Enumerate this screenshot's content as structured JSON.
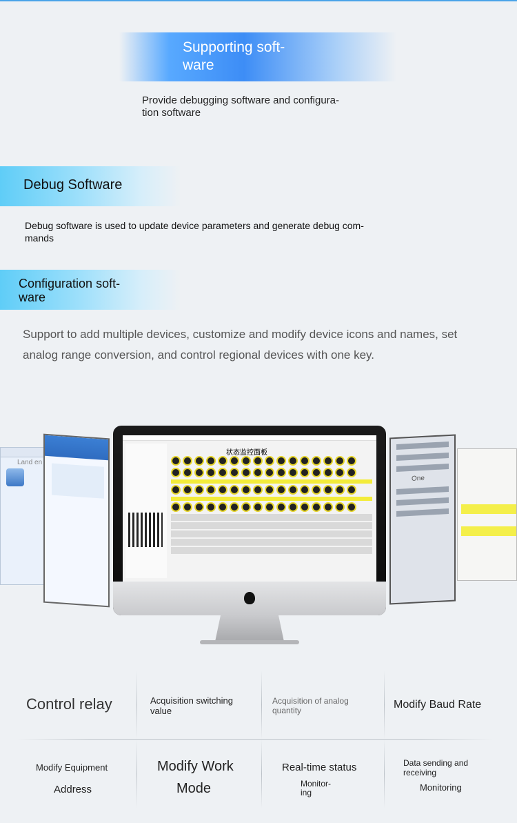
{
  "banner_supporting": {
    "title": "Supporting soft-\nware",
    "subtitle": "Provide debugging software and configura-\ntion software"
  },
  "banner_debug": {
    "title": "Debug Software",
    "subtitle": "Debug software is used to update device parameters and generate debug com-\nmands"
  },
  "banner_config": {
    "title": "Configuration soft-\nware",
    "subtitle": "Support to add multiple devices, customize and modify device icons and names, set analog range conversion, and control regional devices with one key."
  },
  "screen": {
    "panel_title": "状态监控面板",
    "left_window_text": "Land en",
    "right_window_text": "One"
  },
  "features": {
    "control_relay": "Control relay",
    "acq_switch": "Acquisition switching\nvalue",
    "acq_analog": "Acquisition of analog\nquantity",
    "modify_baud": "Modify Baud Rate",
    "modify_equipment_1": "Modify Equipment",
    "modify_equipment_2": "Address",
    "modify_work_1": "Modify Work",
    "modify_work_2": "Mode",
    "realtime_1": "Real-time status",
    "realtime_2": "Monitor-\ning",
    "data_send_1": "Data sending and\nreceiving",
    "data_send_2": "Monitoring"
  },
  "colors": {
    "accent_blue": "#3d8df6",
    "accent_cyan": "#5fcdf7",
    "background": "#eef1f4"
  }
}
